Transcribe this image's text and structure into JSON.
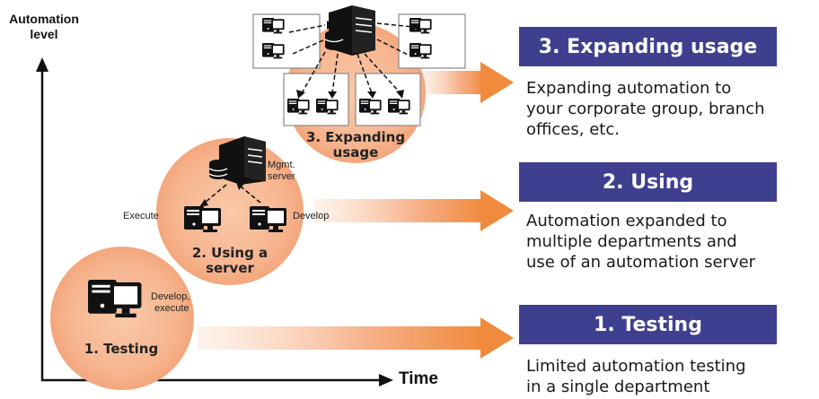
{
  "axes": {
    "y_label_lines": [
      "Automation",
      "level"
    ],
    "x_label": "Time"
  },
  "stages": [
    {
      "banner": "1. Testing",
      "description_lines": [
        "Limited automation testing",
        "in a single department"
      ],
      "circle_label_lines": [
        "1. Testing"
      ],
      "annotation_lines": [
        "Develop,",
        "execute"
      ]
    },
    {
      "banner": "2. Using",
      "description_lines": [
        "Automation expanded to",
        "multiple departments and",
        "use of an automation server"
      ],
      "circle_label_lines": [
        "2. Using a",
        "server"
      ],
      "server_label_lines": [
        "Mgmt.",
        "server"
      ],
      "left_pc_label": "Execute",
      "right_pc_label": "Develop"
    },
    {
      "banner": "3. Expanding usage",
      "description_lines": [
        "Expanding automation to",
        "your corporate group, branch",
        "offices, etc."
      ],
      "circle_label_lines": [
        "3. Expanding",
        "usage"
      ]
    }
  ],
  "colors": {
    "banner": "#3f3f8f",
    "circle": "#f6b894",
    "arrow": "#f08a3c",
    "icon": "#111111"
  }
}
